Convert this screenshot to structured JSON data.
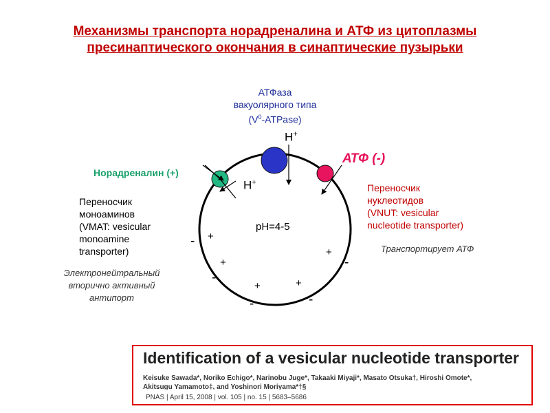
{
  "title": {
    "line1": "Механизмы транспорта норадреналина и АТФ из цитоплазмы",
    "line2": "пресинаптического окончания в синаптические пузырьки"
  },
  "vatpase": {
    "line1": "АТФаза",
    "line2": "вакуолярного типа",
    "line3_pre": "(V",
    "line3_sup": "0",
    "line3_post": "-ATPase)"
  },
  "hplus_top": {
    "base": "H",
    "sup": "+"
  },
  "hplus_left": {
    "base": "H",
    "sup": "+"
  },
  "atp_label": "АТФ (-)",
  "noradrenaline_label": "Норадреналин (+)",
  "vmat": {
    "line1": "Переносчик",
    "line2": "моноаминов",
    "line3": "(VMAT: vesicular",
    "line4": "monoamine",
    "line5": "transporter)"
  },
  "antiport": {
    "line1": "Электронейтральный",
    "line2": "вторично активный",
    "line3": "антипорт"
  },
  "vnut": {
    "line1": "Переносчик",
    "line2": "нуклеотидов",
    "line3": "(VNUT: vesicular",
    "line4": "nucleotide transporter)"
  },
  "transports_atp": "Транспортирует АТФ",
  "ph_label": "pH=4-5",
  "charges": {
    "plus": "+",
    "minus": "-"
  },
  "colors": {
    "title": "#c00000",
    "vatpase_sphere": "#2a35c8",
    "vmat_sphere": "#22b884",
    "vnut_sphere": "#e8145e",
    "noradrenaline": "#19a06a",
    "atp": "#e6145a",
    "paper_border": "#e00000"
  },
  "paper": {
    "title": "Identification of a vesicular nucleotide transporter",
    "authors_line1": "Keisuke Sawada*, Noriko Echigo*, Narinobu Juge*, Takaaki Miyaji*, Masato Otsuka†, Hiroshi Omote*,",
    "authors_line2": "Akitsugu Yamamoto‡, and Yoshinori Moriyama*†§",
    "journal": "PNAS   |   April 15, 2008   |   vol. 105   |   no. 15   |   5683–5686"
  }
}
